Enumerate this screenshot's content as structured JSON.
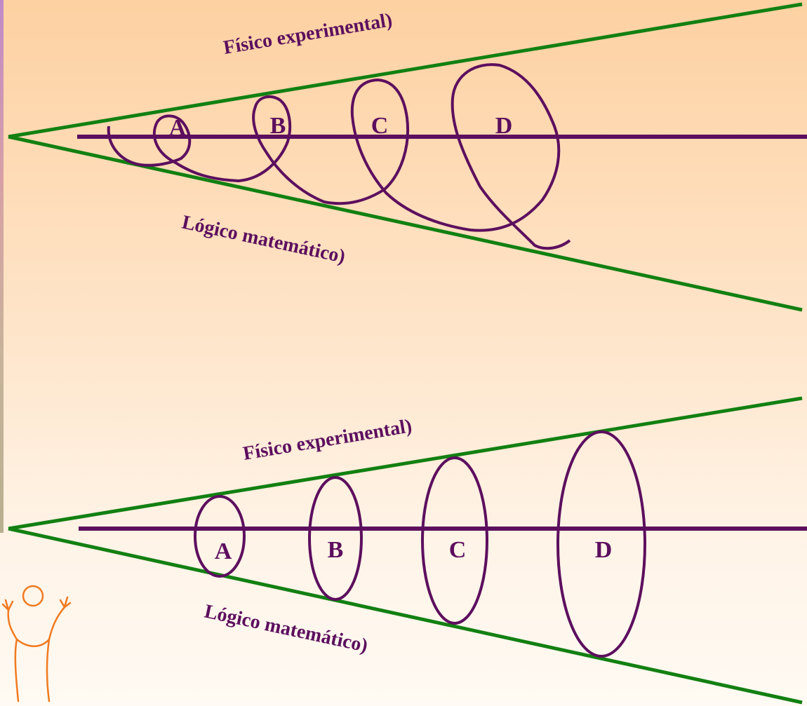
{
  "colors": {
    "cone": "#128012",
    "axis_and_text": "#5c0f5e",
    "logo": "#f07a20",
    "background_top": "#fdd1a2",
    "background_bottom": "#fffaf3"
  },
  "top_diagram": {
    "upper_label": "Físico experimental)",
    "lower_label": "Lógico matemático)",
    "stages": [
      "A",
      "B",
      "C",
      "D"
    ]
  },
  "bottom_diagram": {
    "upper_label": "Físico experimental)",
    "lower_label": "Lógico matemático)",
    "stages": [
      "A",
      "B",
      "C",
      "D"
    ]
  },
  "logo": {
    "icon": "person-raising-arms-icon"
  }
}
